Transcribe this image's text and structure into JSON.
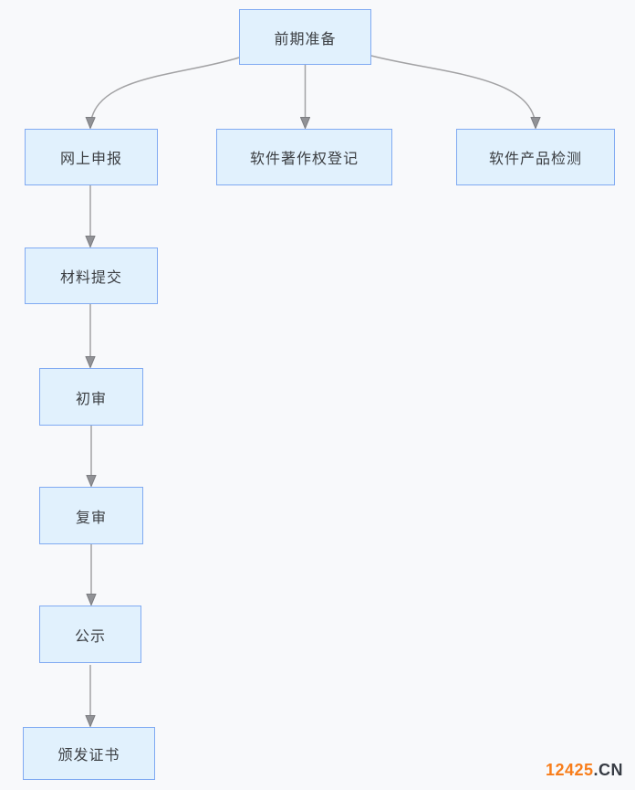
{
  "theme": {
    "page-bg": "#f8f9fb",
    "node-fill": "#e1f1fd",
    "node-border": "#80aaf2",
    "node-text": "#3b3e42",
    "connector-color": "#a2a2a4",
    "arrow-fill": "#919296",
    "arrow-stroke": "#7c7d81",
    "watermark-orange": "#f87d1a",
    "watermark-dark": "#373c44"
  },
  "flowchart": {
    "nodes": [
      {
        "id": "preparation",
        "label": "前期准备"
      },
      {
        "id": "online-declaration",
        "label": "网上申报"
      },
      {
        "id": "software-copyright-registration",
        "label": "软件著作权登记"
      },
      {
        "id": "software-product-testing",
        "label": "软件产品检测"
      },
      {
        "id": "material-submission",
        "label": "材料提交"
      },
      {
        "id": "preliminary-review",
        "label": "初审"
      },
      {
        "id": "re-review",
        "label": "复审"
      },
      {
        "id": "public-notice",
        "label": "公示"
      },
      {
        "id": "certificate-issuance",
        "label": "颁发证书"
      }
    ],
    "edges": [
      {
        "from": "前期准备",
        "to": "网上申报"
      },
      {
        "from": "前期准备",
        "to": "软件著作权登记"
      },
      {
        "from": "前期准备",
        "to": "软件产品检测"
      },
      {
        "from": "网上申报",
        "to": "材料提交"
      },
      {
        "from": "材料提交",
        "to": "初审"
      },
      {
        "from": "初审",
        "to": "复审"
      },
      {
        "from": "复审",
        "to": "公示"
      },
      {
        "from": "公示",
        "to": "颁发证书"
      }
    ]
  },
  "watermark": {
    "number": "12425",
    "suffix": ".CN"
  }
}
